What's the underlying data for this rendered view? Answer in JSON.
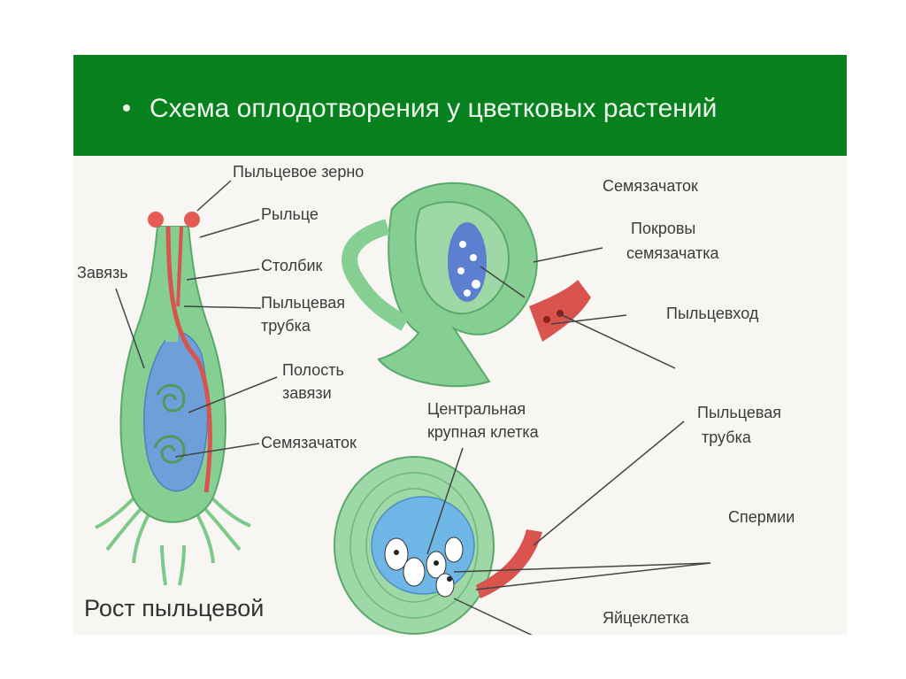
{
  "title": "Схема оплодотворения у цветковых растений",
  "colors": {
    "title_bar": "#07801e",
    "tissue": "#7cc98a",
    "cavity": "#6e9fd8",
    "pollen_tube": "#d9534f"
  },
  "labels": {
    "pollen_grain": "Пыльцевое зерно",
    "stigma": "Рыльце",
    "ovary": "Завязь",
    "style": "Столбик",
    "pollen_tube_left_1": "Пыльцевая",
    "pollen_tube_left_2": "трубка",
    "ovary_cavity_1": "Полость",
    "ovary_cavity_2": "завязи",
    "ovule_left": "Семязачаток",
    "growth_caption": "Рост пыльцевой",
    "ovule_right": "Семязачаток",
    "integuments_1": "Покровы",
    "integuments_2": "семязачатка",
    "micropyle": "Пыльцевход",
    "central_cell_1": "Центральная",
    "central_cell_2": "крупная клетка",
    "pollen_tube_right_1": "Пыльцевая",
    "pollen_tube_right_2": "трубка",
    "sperm": "Спермии",
    "egg_cell": "Яйцеклетка"
  }
}
